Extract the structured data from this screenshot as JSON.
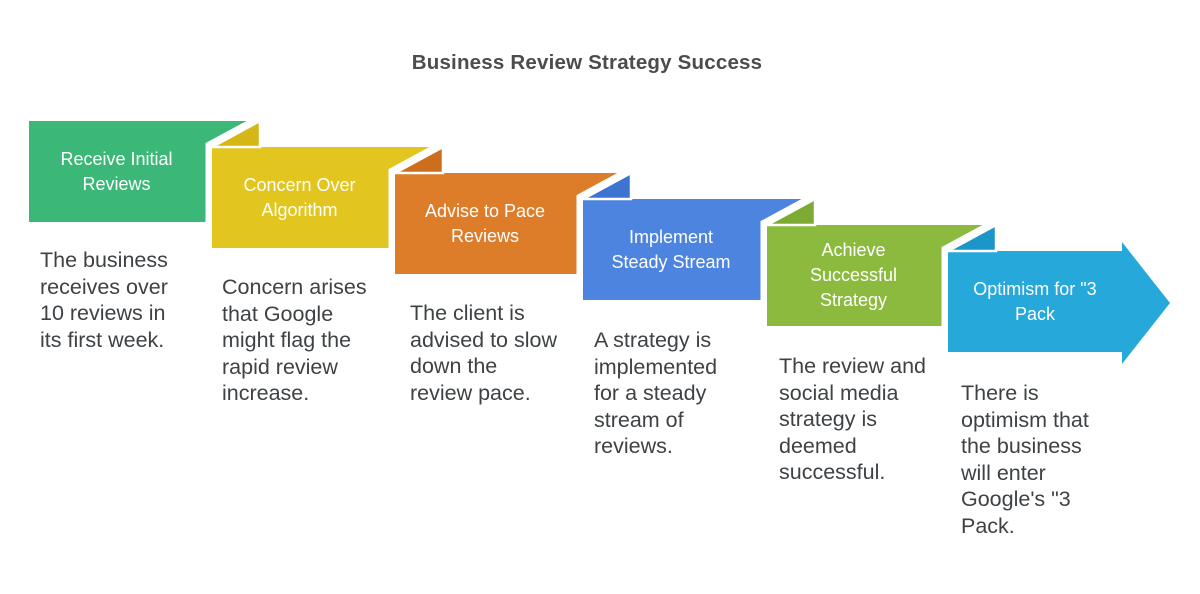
{
  "title": "Business Review Strategy Success",
  "steps": [
    {
      "label": [
        "Receive Initial",
        "Reviews"
      ],
      "description": [
        "The business",
        "receives over",
        "10 reviews in",
        "its first week."
      ],
      "color": "#3bb878",
      "fold_color": null
    },
    {
      "label": [
        "Concern Over",
        "Algorithm"
      ],
      "description": [
        "Concern arises",
        "that Google",
        "might flag the",
        "rapid review",
        "increase."
      ],
      "color": "#e2c51e",
      "fold_color": "#d4b614"
    },
    {
      "label": [
        "Advise to Pace",
        "Reviews"
      ],
      "description": [
        "The client is",
        "advised to slow",
        "down the",
        "review pace."
      ],
      "color": "#de7d29",
      "fold_color": "#cd6e1e"
    },
    {
      "label": [
        "Implement",
        "Steady Stream"
      ],
      "description": [
        "A strategy is",
        "implemented",
        "for a steady",
        "stream of",
        "reviews."
      ],
      "color": "#4c84e0",
      "fold_color": "#3d74d2"
    },
    {
      "label": [
        "Achieve",
        "Successful",
        "Strategy"
      ],
      "description": [
        "The review and",
        "social media",
        "strategy is",
        "deemed",
        "successful."
      ],
      "color": "#8cba3f",
      "fold_color": "#7caa33"
    },
    {
      "label": [
        "Optimism for \"3",
        "Pack"
      ],
      "description": [
        "There is",
        "optimism that",
        "the business",
        "will enter",
        "Google's \"3",
        "Pack."
      ],
      "color": "#27a8db",
      "fold_color": "#1c96c8"
    }
  ]
}
